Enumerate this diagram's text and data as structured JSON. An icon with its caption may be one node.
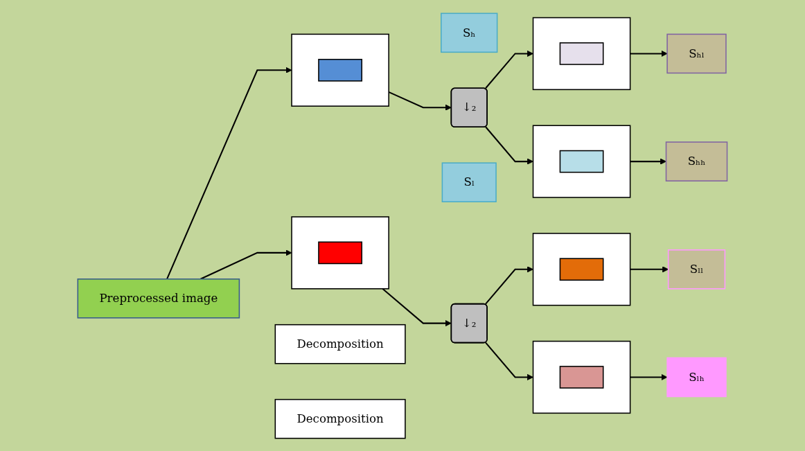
{
  "diagram": {
    "nodes": [
      {
        "text": [
          "Preprocessed image"
        ]
      },
      {
        "text": [],
        "shape": "box"
      },
      {
        "text": [],
        "shape": "box",
        "in": 1
      },
      {
        "text": [
          "Decomposition"
        ]
      },
      {
        "text": [
          "Sₕ"
        ]
      },
      {
        "text": [
          "↓₂"
        ]
      },
      {
        "text": [],
        "shape": "box"
      },
      {
        "text": [],
        "shape": "box",
        "in": 6
      },
      {
        "text": [
          "Sₕₗ"
        ]
      },
      {
        "text": [],
        "shape": "box"
      },
      {
        "text": [],
        "shape": "box",
        "in": 9
      },
      {
        "text": [
          "Sₕₕ"
        ]
      },
      {
        "text": [],
        "shape": "box"
      },
      {
        "text": [],
        "shape": "box",
        "in": 12
      },
      {
        "text": [
          "Decomposition"
        ]
      },
      {
        "text": [
          "Sₗ"
        ]
      },
      {
        "text": [
          "↓₂"
        ]
      },
      {
        "text": [],
        "shape": "box"
      },
      {
        "text": [],
        "shape": "box",
        "in": 17
      },
      {
        "text": [
          "Sₗₗ"
        ]
      },
      {
        "text": [],
        "shape": "box"
      },
      {
        "text": [],
        "shape": "box",
        "in": 20
      },
      {
        "text": [
          "Sₗₕ"
        ]
      }
    ],
    "edges": [
      {
        "from": 0,
        "to": 1,
        "arrow": "to"
      },
      {
        "from": 0,
        "to": 12,
        "arrow": "to"
      },
      {
        "from": 1,
        "to": 5,
        "arrow": "to"
      },
      {
        "from": 5,
        "to": 6,
        "arrow": "to"
      },
      {
        "from": 5,
        "to": 9,
        "arrow": "to"
      },
      {
        "from": 6,
        "to": 8,
        "arrow": "to"
      },
      {
        "from": 9,
        "to": 11,
        "arrow": "to"
      },
      {
        "from": 12,
        "to": 16,
        "arrow": "to"
      },
      {
        "from": 16,
        "to": 17,
        "arrow": "to"
      },
      {
        "from": 16,
        "to": 20,
        "arrow": "to"
      },
      {
        "from": 17,
        "to": 19,
        "arrow": "to"
      },
      {
        "from": 20,
        "to": 22,
        "arrow": "to"
      }
    ]
  }
}
